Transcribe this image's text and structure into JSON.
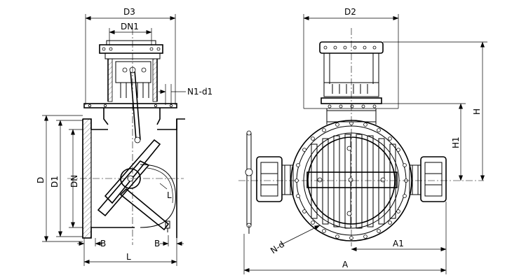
{
  "labels": {
    "d3": "D3",
    "dn1": "DN1",
    "n1_d1": "N1-d1",
    "d": "D",
    "d1": "D1",
    "dn": "DN",
    "b_left": "B",
    "b_right": "B",
    "l": "L",
    "d2": "D2",
    "h": "H",
    "h1": "H1",
    "n_d": "N-d",
    "a1": "A1",
    "a": "A"
  },
  "icons": {
    "dimension_arrow": "arrowhead",
    "bolt": "circle-dot"
  },
  "colors": {
    "line": "#000000",
    "background": "#ffffff"
  }
}
